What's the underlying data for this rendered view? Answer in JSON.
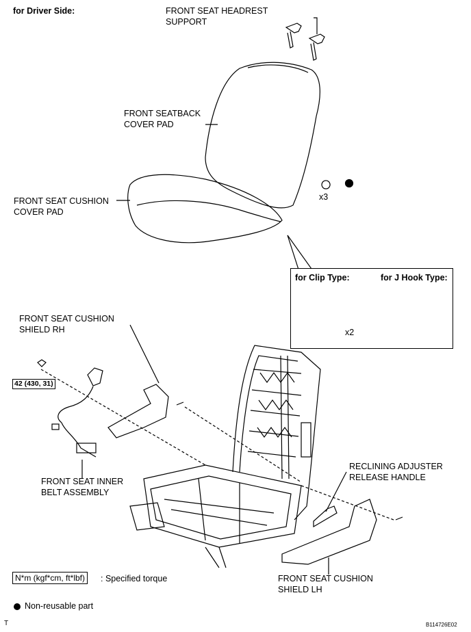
{
  "header": {
    "side": "for Driver Side:"
  },
  "labels": {
    "headrest_support": "FRONT SEAT HEADREST\nSUPPORT",
    "seatback_pad": "FRONT SEATBACK\nCOVER PAD",
    "cushion_pad": "FRONT SEAT CUSHION\nCOVER PAD",
    "shield_rh": "FRONT SEAT CUSHION\nSHIELD RH",
    "inner_belt": "FRONT SEAT INNER\nBELT ASSEMBLY",
    "reclining_handle": "RECLINING ADJUSTER\nRELEASE HANDLE",
    "shield_lh": "FRONT SEAT CUSHION\nSHIELD LH"
  },
  "qty": {
    "x3": "x3",
    "x2": "x2"
  },
  "inset": {
    "clip_type": "for Clip Type:",
    "jhook_type": "for J Hook Type:"
  },
  "torque": {
    "value": "42 (430, 31)"
  },
  "legend": {
    "torque_box": "N*m (kgf*cm, ft*lbf)",
    "torque_text": ": Specified torque",
    "nonreusable": "Non-reusable part"
  },
  "footer": {
    "left": "T",
    "code": "B114726E02"
  }
}
